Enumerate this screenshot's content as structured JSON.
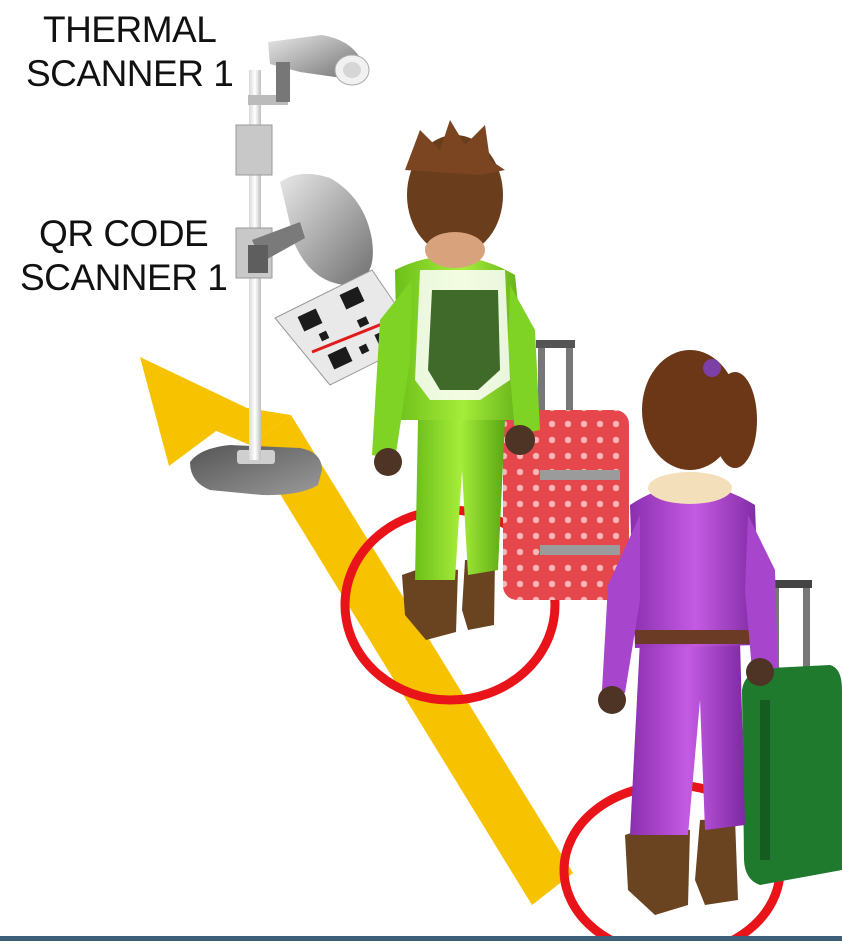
{
  "labels": {
    "thermal_line1": "THERMAL",
    "thermal_line2": "SCANNER 1",
    "qr_line1": "QR CODE",
    "qr_line2": "SCANNER 1"
  },
  "colors": {
    "arrow": "#f7c200",
    "queue_marker": "#e8141a",
    "person1_suit": "#8fd92a",
    "person2_suit": "#b040d0",
    "suitcase1": "#e0424a",
    "suitcase2": "#1f7a2e"
  },
  "icons": [
    "thermal-camera-icon",
    "qr-code-scanner-icon",
    "qr-code-icon",
    "direction-arrow-icon"
  ]
}
